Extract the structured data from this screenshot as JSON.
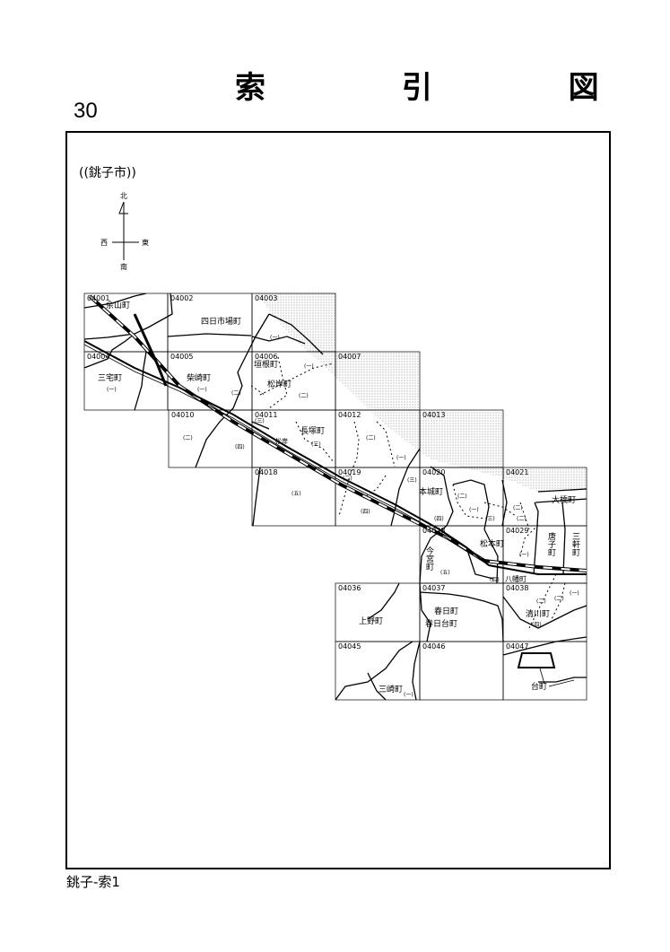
{
  "header": {
    "title": "索 引 図",
    "page_number": "30"
  },
  "map": {
    "city_label": "((銚子市))",
    "compass": {
      "north": "北",
      "south": "南",
      "east": "東",
      "west": "西"
    },
    "tiles": [
      "04001",
      "04002",
      "04003",
      "04004",
      "04005",
      "04006",
      "04007",
      "04010",
      "04011",
      "04012",
      "04013",
      "04018",
      "04019",
      "04020",
      "04021",
      "04028",
      "04029",
      "04036",
      "04037",
      "04038",
      "04045",
      "04046",
      "04047"
    ],
    "towns": {
      "yosan": "余山町",
      "yokkaichiba": "四日市場町",
      "sanyake": "三宅町",
      "shibasaki": "柴崎町",
      "kakine": "垣根町",
      "matsugishi": "松岸町",
      "nagatsuka": "長塚町",
      "honjo": "本城町",
      "ohashi": "大橋町",
      "imamiya": "今宮町",
      "matsumoto": "松本町",
      "karako": "唐子町",
      "sanken": "三軒町",
      "yawata": "八幡町",
      "uwano": "上野町",
      "kasuga": "春日町",
      "kasugadai": "春日台町",
      "kiyokawa": "清川町",
      "misaki": "三崎町",
      "dai": "台町",
      "matsugishi_station": "松岸"
    },
    "chome": {
      "c1": "(一)",
      "c2": "(二)",
      "c3": "(三)",
      "c4": "(四)",
      "c5": "(五)"
    }
  },
  "footer": {
    "label": "銚子-索1"
  }
}
